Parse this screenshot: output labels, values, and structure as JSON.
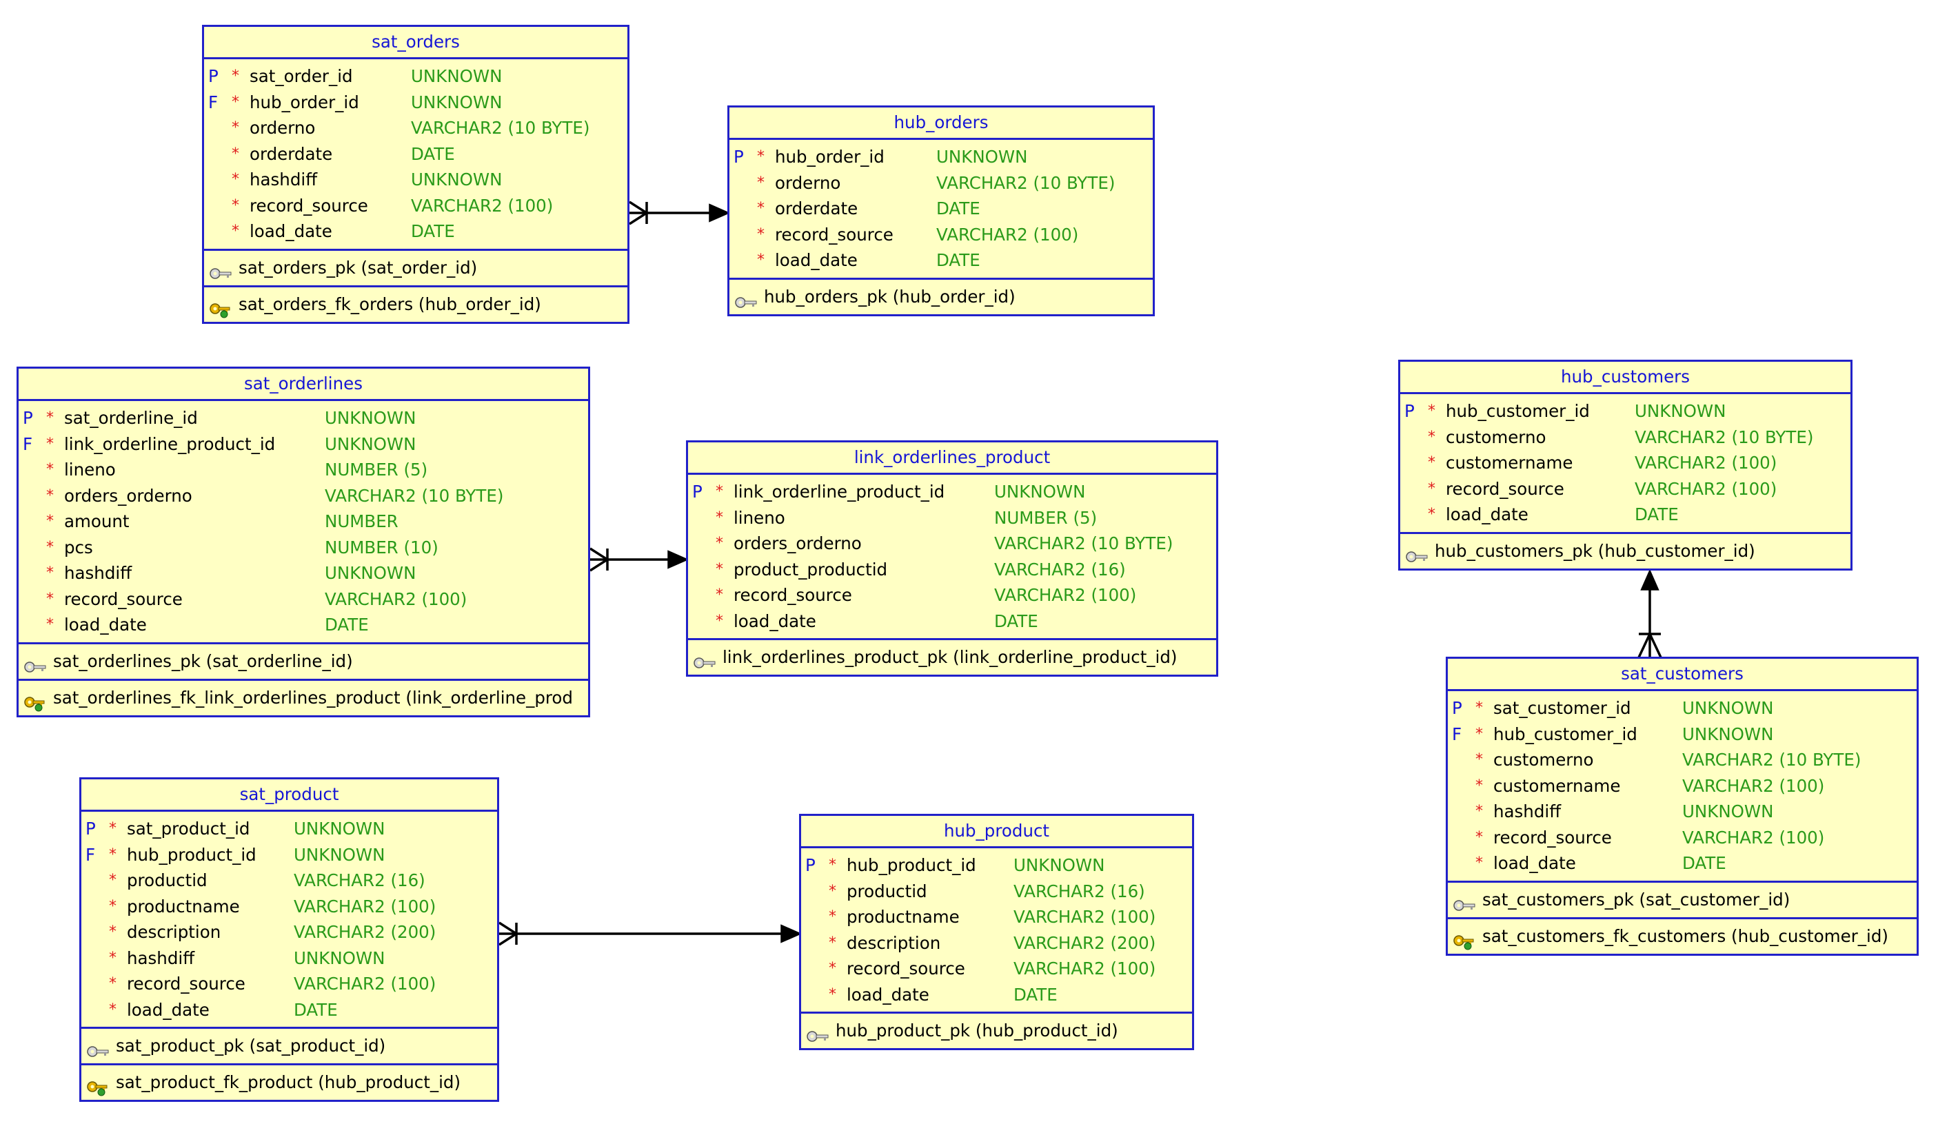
{
  "colors": {
    "border": "#2121c9",
    "title": "#1515d6",
    "fill": "#ffffc4",
    "type": "#2a9a1a",
    "mandatory": "#e02020",
    "line": "#000000"
  },
  "icons": {
    "pk": "key-icon",
    "fk": "foreign-key-icon"
  },
  "entities": [
    {
      "title": "sat_orders",
      "columns": [
        {
          "flag": "P",
          "mandatory": "*",
          "name": "sat_order_id",
          "type": "UNKNOWN"
        },
        {
          "flag": "F",
          "mandatory": "*",
          "name": "hub_order_id",
          "type": "UNKNOWN"
        },
        {
          "flag": "",
          "mandatory": "*",
          "name": "orderno",
          "type": "VARCHAR2 (10 BYTE)"
        },
        {
          "flag": "",
          "mandatory": "*",
          "name": "orderdate",
          "type": "DATE"
        },
        {
          "flag": "",
          "mandatory": "*",
          "name": "hashdiff",
          "type": "UNKNOWN"
        },
        {
          "flag": "",
          "mandatory": "*",
          "name": "record_source",
          "type": "VARCHAR2 (100)"
        },
        {
          "flag": "",
          "mandatory": "*",
          "name": "load_date",
          "type": "DATE"
        }
      ],
      "keys": [
        {
          "kind": "pk",
          "text": "sat_orders_pk (sat_order_id)"
        },
        {
          "kind": "fk",
          "text": "sat_orders_fk_orders (hub_order_id)"
        }
      ]
    },
    {
      "title": "hub_orders",
      "columns": [
        {
          "flag": "P",
          "mandatory": "*",
          "name": "hub_order_id",
          "type": "UNKNOWN"
        },
        {
          "flag": "",
          "mandatory": "*",
          "name": "orderno",
          "type": "VARCHAR2 (10 BYTE)"
        },
        {
          "flag": "",
          "mandatory": "*",
          "name": "orderdate",
          "type": "DATE"
        },
        {
          "flag": "",
          "mandatory": "*",
          "name": "record_source",
          "type": "VARCHAR2 (100)"
        },
        {
          "flag": "",
          "mandatory": "*",
          "name": "load_date",
          "type": "DATE"
        }
      ],
      "keys": [
        {
          "kind": "pk",
          "text": "hub_orders_pk (hub_order_id)"
        }
      ]
    },
    {
      "title": "sat_orderlines",
      "columns": [
        {
          "flag": "P",
          "mandatory": "*",
          "name": "sat_orderline_id",
          "type": "UNKNOWN"
        },
        {
          "flag": "F",
          "mandatory": "*",
          "name": "link_orderline_product_id",
          "type": "UNKNOWN"
        },
        {
          "flag": "",
          "mandatory": "*",
          "name": "lineno",
          "type": "NUMBER (5)"
        },
        {
          "flag": "",
          "mandatory": "*",
          "name": "orders_orderno",
          "type": "VARCHAR2 (10 BYTE)"
        },
        {
          "flag": "",
          "mandatory": "*",
          "name": "amount",
          "type": "NUMBER"
        },
        {
          "flag": "",
          "mandatory": "*",
          "name": "pcs",
          "type": "NUMBER (10)"
        },
        {
          "flag": "",
          "mandatory": "*",
          "name": "hashdiff",
          "type": "UNKNOWN"
        },
        {
          "flag": "",
          "mandatory": "*",
          "name": "record_source",
          "type": "VARCHAR2 (100)"
        },
        {
          "flag": "",
          "mandatory": "*",
          "name": "load_date",
          "type": "DATE"
        }
      ],
      "keys": [
        {
          "kind": "pk",
          "text": "sat_orderlines_pk (sat_orderline_id)"
        },
        {
          "kind": "fk",
          "text": "sat_orderlines_fk_link_orderlines_product (link_orderline_prod"
        }
      ]
    },
    {
      "title": "link_orderlines_product",
      "columns": [
        {
          "flag": "P",
          "mandatory": "*",
          "name": "link_orderline_product_id",
          "type": "UNKNOWN"
        },
        {
          "flag": "",
          "mandatory": "*",
          "name": "lineno",
          "type": "NUMBER (5)"
        },
        {
          "flag": "",
          "mandatory": "*",
          "name": "orders_orderno",
          "type": "VARCHAR2 (10 BYTE)"
        },
        {
          "flag": "",
          "mandatory": "*",
          "name": "product_productid",
          "type": "VARCHAR2 (16)"
        },
        {
          "flag": "",
          "mandatory": "*",
          "name": "record_source",
          "type": "VARCHAR2 (100)"
        },
        {
          "flag": "",
          "mandatory": "*",
          "name": "load_date",
          "type": "DATE"
        }
      ],
      "keys": [
        {
          "kind": "pk",
          "text": "link_orderlines_product_pk (link_orderline_product_id)"
        }
      ]
    },
    {
      "title": "hub_customers",
      "columns": [
        {
          "flag": "P",
          "mandatory": "*",
          "name": "hub_customer_id",
          "type": "UNKNOWN"
        },
        {
          "flag": "",
          "mandatory": "*",
          "name": "customerno",
          "type": "VARCHAR2 (10 BYTE)"
        },
        {
          "flag": "",
          "mandatory": "*",
          "name": "customername",
          "type": "VARCHAR2 (100)"
        },
        {
          "flag": "",
          "mandatory": "*",
          "name": "record_source",
          "type": "VARCHAR2 (100)"
        },
        {
          "flag": "",
          "mandatory": "*",
          "name": "load_date",
          "type": "DATE"
        }
      ],
      "keys": [
        {
          "kind": "pk",
          "text": "hub_customers_pk (hub_customer_id)"
        }
      ]
    },
    {
      "title": "sat_customers",
      "columns": [
        {
          "flag": "P",
          "mandatory": "*",
          "name": "sat_customer_id",
          "type": "UNKNOWN"
        },
        {
          "flag": "F",
          "mandatory": "*",
          "name": "hub_customer_id",
          "type": "UNKNOWN"
        },
        {
          "flag": "",
          "mandatory": "*",
          "name": "customerno",
          "type": "VARCHAR2 (10 BYTE)"
        },
        {
          "flag": "",
          "mandatory": "*",
          "name": "customername",
          "type": "VARCHAR2 (100)"
        },
        {
          "flag": "",
          "mandatory": "*",
          "name": "hashdiff",
          "type": "UNKNOWN"
        },
        {
          "flag": "",
          "mandatory": "*",
          "name": "record_source",
          "type": "VARCHAR2 (100)"
        },
        {
          "flag": "",
          "mandatory": "*",
          "name": "load_date",
          "type": "DATE"
        }
      ],
      "keys": [
        {
          "kind": "pk",
          "text": "sat_customers_pk (sat_customer_id)"
        },
        {
          "kind": "fk",
          "text": "sat_customers_fk_customers (hub_customer_id)"
        }
      ]
    },
    {
      "title": "sat_product",
      "columns": [
        {
          "flag": "P",
          "mandatory": "*",
          "name": "sat_product_id",
          "type": "UNKNOWN"
        },
        {
          "flag": "F",
          "mandatory": "*",
          "name": "hub_product_id",
          "type": "UNKNOWN"
        },
        {
          "flag": "",
          "mandatory": "*",
          "name": "productid",
          "type": "VARCHAR2 (16)"
        },
        {
          "flag": "",
          "mandatory": "*",
          "name": "productname",
          "type": "VARCHAR2 (100)"
        },
        {
          "flag": "",
          "mandatory": "*",
          "name": "description",
          "type": "VARCHAR2 (200)"
        },
        {
          "flag": "",
          "mandatory": "*",
          "name": "hashdiff",
          "type": "UNKNOWN"
        },
        {
          "flag": "",
          "mandatory": "*",
          "name": "record_source",
          "type": "VARCHAR2 (100)"
        },
        {
          "flag": "",
          "mandatory": "*",
          "name": "load_date",
          "type": "DATE"
        }
      ],
      "keys": [
        {
          "kind": "pk",
          "text": "sat_product_pk (sat_product_id)"
        },
        {
          "kind": "fk",
          "text": "sat_product_fk_product (hub_product_id)"
        }
      ]
    },
    {
      "title": "hub_product",
      "columns": [
        {
          "flag": "P",
          "mandatory": "*",
          "name": "hub_product_id",
          "type": "UNKNOWN"
        },
        {
          "flag": "",
          "mandatory": "*",
          "name": "productid",
          "type": "VARCHAR2 (16)"
        },
        {
          "flag": "",
          "mandatory": "*",
          "name": "productname",
          "type": "VARCHAR2 (100)"
        },
        {
          "flag": "",
          "mandatory": "*",
          "name": "description",
          "type": "VARCHAR2 (200)"
        },
        {
          "flag": "",
          "mandatory": "*",
          "name": "record_source",
          "type": "VARCHAR2 (100)"
        },
        {
          "flag": "",
          "mandatory": "*",
          "name": "load_date",
          "type": "DATE"
        }
      ],
      "keys": [
        {
          "kind": "pk",
          "text": "hub_product_pk (hub_product_id)"
        }
      ]
    }
  ],
  "relationships": [
    {
      "from": "sat_orders",
      "to": "hub_orders",
      "from_cardinality": "many",
      "to_cardinality": "one"
    },
    {
      "from": "sat_orderlines",
      "to": "link_orderlines_product",
      "from_cardinality": "many",
      "to_cardinality": "one"
    },
    {
      "from": "sat_product",
      "to": "hub_product",
      "from_cardinality": "many",
      "to_cardinality": "one"
    },
    {
      "from": "sat_customers",
      "to": "hub_customers",
      "from_cardinality": "many",
      "to_cardinality": "one"
    }
  ]
}
